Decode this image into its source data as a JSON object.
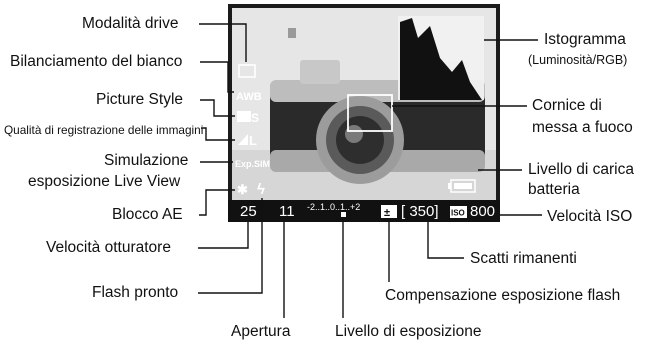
{
  "labels": {
    "modalita_drive": "Modalità drive",
    "bilanciamento_bianco": "Bilanciamento del bianco",
    "picture_style": "Picture Style",
    "qualita_registrazione": "Qualità di registrazione delle immagini",
    "simulazione_line1": "Simulazione",
    "simulazione_line2": "esposizione Live View",
    "blocco_ae": "Blocco AE",
    "velocita_otturatore": "Velocità otturatore",
    "flash_pronto": "Flash pronto",
    "apertura": "Apertura",
    "livello_esposizione": "Livello di esposizione",
    "compensazione_flash": "Compensazione esposizione flash",
    "scatti_rimanenti": "Scatti rimanenti",
    "velocita_iso": "Velocità ISO",
    "livello_batteria_line1": "Livello di carica",
    "livello_batteria_line2": "batteria",
    "cornice_line1": "Cornice di",
    "cornice_line2": "messa a fuoco",
    "istogramma_line1": "Istogramma",
    "istogramma_line2": "(Luminosità/RGB)"
  },
  "screen": {
    "icon_wb": "AWB",
    "icon_picture_style": "S",
    "icon_quality": "L",
    "icon_exp_sim": "Exp.SIM",
    "icon_ae_lock": "✱",
    "icon_flash": "ϟ",
    "shutter_speed": "25",
    "aperture": "11",
    "exposure_scale": "-2..1..0..1..+2",
    "flash_comp_icon": "±",
    "shots_remaining": "[ 350]",
    "iso_icon": "ISO",
    "iso_value": "800"
  }
}
